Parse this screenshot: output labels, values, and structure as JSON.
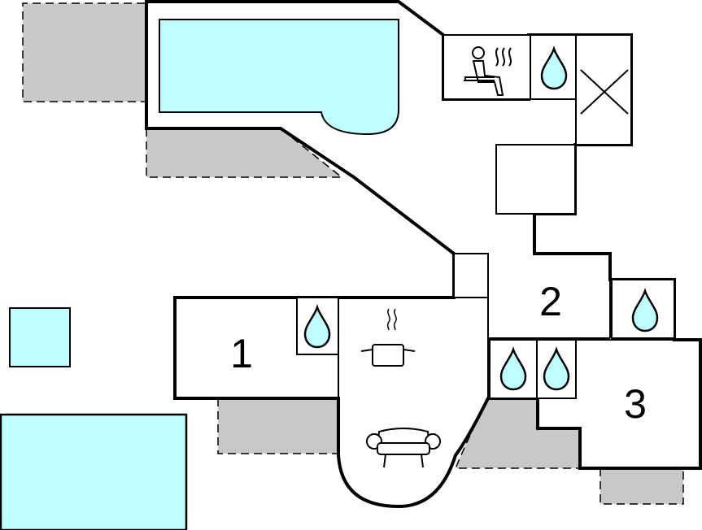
{
  "colors": {
    "water": "#c0ffff",
    "terrace": "#c8c8c8",
    "wall": "#000000",
    "floor": "#ffffff"
  },
  "rooms": {
    "room1": "1",
    "room2": "2",
    "room3": "3"
  },
  "icons": [
    "sauna-icon",
    "shower-icon",
    "x-mark-icon",
    "cooking-pot-icon",
    "sofa-icon"
  ]
}
